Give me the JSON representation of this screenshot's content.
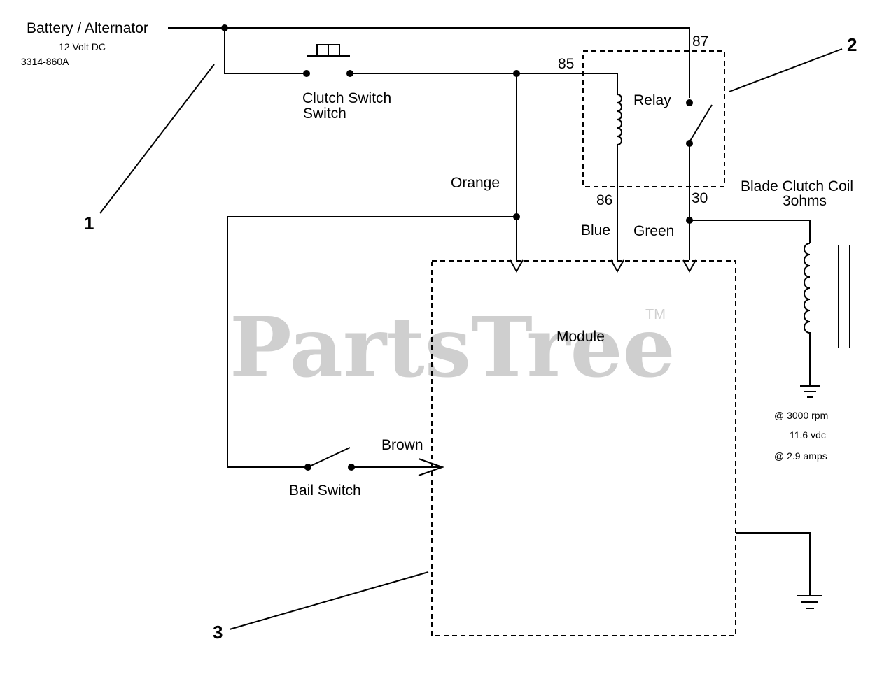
{
  "header": {
    "source_label": "Battery / Alternator",
    "voltage": "12 Volt DC",
    "part_number": "3314-860A"
  },
  "components": {
    "clutch_switch": "Clutch Switch",
    "relay": "Relay",
    "module": "Module",
    "bail_switch": "Bail Switch",
    "blade_clutch_coil": "Blade Clutch Coil",
    "coil_resistance": "3ohms"
  },
  "terminals": {
    "t85": "85",
    "t86": "86",
    "t87": "87",
    "t30": "30"
  },
  "wires": {
    "orange": "Orange",
    "blue": "Blue",
    "green": "Green",
    "brown": "Brown"
  },
  "specs": {
    "rpm": "@ 3000 rpm",
    "vdc": "11.6 vdc",
    "amps": "@ 2.9 amps"
  },
  "callouts": [
    "1",
    "2",
    "3"
  ],
  "watermark": {
    "text": "PartsTree",
    "trademark": "TM",
    "color": "#cfcfcf"
  }
}
